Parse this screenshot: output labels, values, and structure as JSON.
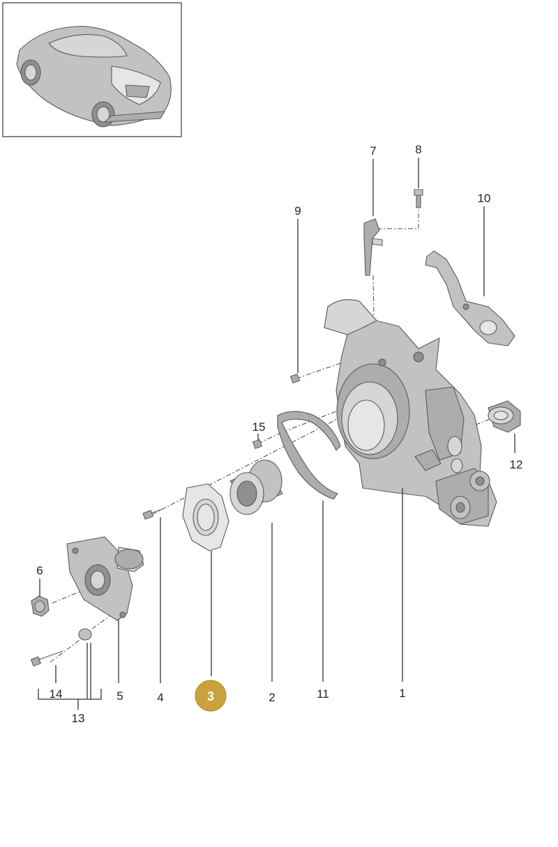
{
  "diagram": {
    "highlight_color": "#c9a23b",
    "highlighted_label": "3",
    "labels": {
      "p1": "1",
      "p2": "2",
      "p3": "3",
      "p4": "4",
      "p5": "5",
      "p6": "6",
      "p7": "7",
      "p8": "8",
      "p9": "9",
      "p10": "10",
      "p11": "11",
      "p12": "12",
      "p13": "13",
      "p14": "14",
      "p15": "15"
    },
    "inset_icon": "car-silhouette-icon"
  }
}
